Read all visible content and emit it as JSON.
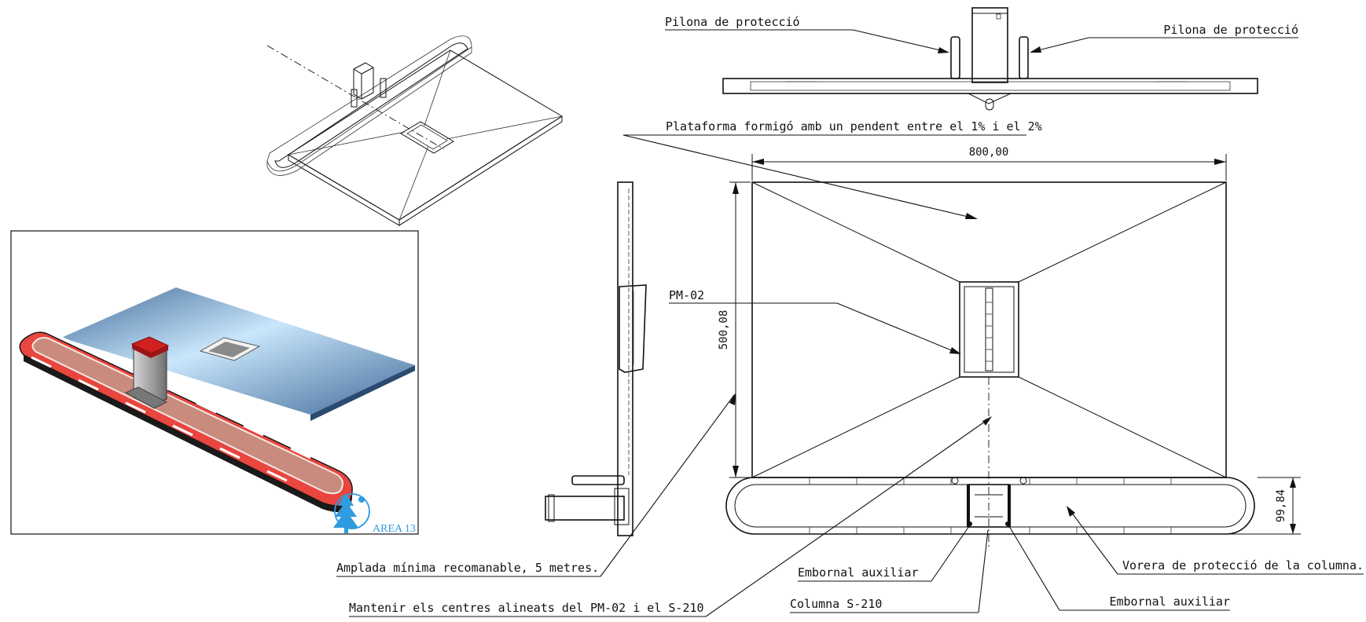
{
  "labels": {
    "bollard_left": "Pilona de protecció",
    "bollard_right": "Pilona de protecció",
    "platform": "Plataforma formigó amb un pendent entre el 1% i el 2%",
    "pm02": "PM-02",
    "min_width": "Amplada mínima recomanable, 5 metres.",
    "align": "Mantenir els centres alineats del PM-02 i el S-210",
    "drain_left": "Embornal auxiliar",
    "column": "Columna S-210",
    "drain_right": "Embornal auxiliar",
    "curb": "Vorera de protecció de la columna."
  },
  "dimensions": {
    "width": "800,00",
    "height": "500,08",
    "curb_depth": "99,84"
  },
  "logo": {
    "text": "AREA 13",
    "color": "#2f9be0",
    "icon": "tree-person-icon"
  },
  "render": {
    "colors": {
      "platform_light": "#c9e6fb",
      "platform_dark": "#3f6a99",
      "curb_red": "#e8463f",
      "curb_fill": "#c98b7d",
      "column_top": "#d02020"
    }
  }
}
